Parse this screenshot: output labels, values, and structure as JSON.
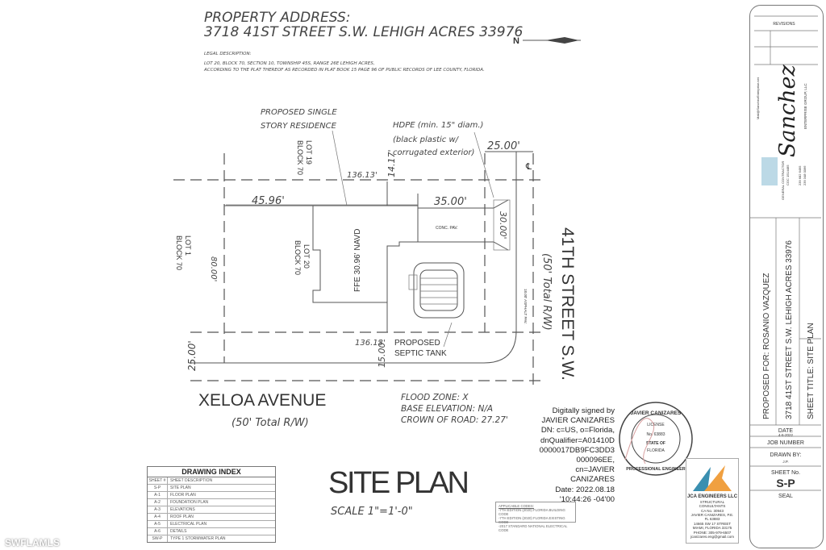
{
  "header": {
    "title_line1": "PROPERTY ADDRESS:",
    "title_line2": "3718 41ST STREET S.W. LEHIGH ACRES 33976",
    "legal_label": "LEGAL DESCRIPTION:",
    "legal_line1": "LOT 20, BLOCK 70, SECTION 10, TOWNSHIP 45S, RANGE 26E LEHIGH ACRES,",
    "legal_line2": "ACCORDING TO THE PLAT THEREOF AS RECORDED IN PLAT BOOK 15 PAGE 96 OF PUBLIC RECORDS OF LEE COUNTY, FLORIDA.",
    "north_label": "N"
  },
  "plan": {
    "residence_note_1": "PROPOSED SINGLE",
    "residence_note_2": "STORY RESIDENCE",
    "hdpe_1": "HDPE (min. 15\" diam.)",
    "hdpe_2": "(black plastic w/",
    "hdpe_3": "corrugated exterior)",
    "lot19": "LOT 19",
    "block70a": "BLOCK 70",
    "lot20": "LOT 20",
    "block70b": "BLOCK 70",
    "lot1": "LOT 1",
    "block70c": "BLOCK 70",
    "ffe": "FFE 30.96' NAVD",
    "dim_136_top": "136.13'",
    "dim_14_17": "14.17'",
    "dim_45_96": "45.96'",
    "dim_35": "35.00'",
    "dim_25_top": "25.00'",
    "dim_30": "30.00'",
    "dim_80": "80.00'",
    "dim_136_bottom": "136.13'",
    "dim_15": "15.00'",
    "dim_25_left": "25.00'",
    "conc_pav": "CONC. PAV.",
    "asphalt": "18.00' ASPHALT PAV.",
    "septic_1": "PROPOSED",
    "septic_2": "SEPTIC TANK",
    "street_name": "41TH STREET S.W.",
    "street_row": "(50' Total R/W)",
    "avenue_name": "XELOA AVENUE",
    "avenue_row": "(50' Total R/W)",
    "centerline": "℄",
    "flood_zone": "FLOOD ZONE: X",
    "base_elev": "BASE ELEVATION: N/A",
    "crown": "CROWN OF ROAD: 27.27'"
  },
  "signature": {
    "lines": [
      "Digitally signed by",
      "JAVIER CANIZARES",
      "DN: c=US, o=Florida,",
      "dnQualifier=A01410D",
      "0000017DB9FC3DD3",
      "000096EE, cn=JAVIER",
      "CANIZARES",
      "Date: 2022.08.18",
      "'10:44:26 -04'00"
    ]
  },
  "seal": {
    "top": "JAVIER CANIZARES",
    "license": "LICENSE",
    "number": "No. 63883",
    "state": "STATE OF",
    "florida": "FLORIDA",
    "bottom": "PROFESSIONAL ENGINEER"
  },
  "drawing_index": {
    "title": "DRAWING INDEX",
    "col_sheet": "SHEET #",
    "col_desc": "SHEET DESCRIPTION",
    "rows": [
      {
        "sheet": "S-P",
        "desc": "SITE PLAN"
      },
      {
        "sheet": "A-1",
        "desc": "FLOOR PLAN"
      },
      {
        "sheet": "A-2",
        "desc": "FOUNDATION PLAN"
      },
      {
        "sheet": "A-3",
        "desc": "ELEVATIONS"
      },
      {
        "sheet": "A-4",
        "desc": "ROOF PLAN"
      },
      {
        "sheet": "A-5",
        "desc": "ELECTRICAL PLAN"
      },
      {
        "sheet": "A-6",
        "desc": "DETAILS"
      },
      {
        "sheet": "SW-P",
        "desc": "TYPE 1 STORMWATER PLAN"
      }
    ]
  },
  "sheet_title": {
    "title": "SITE PLAN",
    "scale": "SCALE 1\"=1'-0\""
  },
  "codes": {
    "title": "APPLICABLE CODES:",
    "lines": [
      "-7TH EDITION (2020) FLORIDA BUILDING CODE",
      "-7TH EDITION (2020) FLORIDA EXISTING CODE",
      "-2017 STANDARD NATIONAL ELECTRICAL CODE"
    ]
  },
  "jca": {
    "name": "JCA ENGINEERS LLC",
    "sub": "STRUCTURAL CONSULTANTS",
    "ca": "CA No. 30943",
    "pe": "JAVIER CANIZARES, P.E.",
    "fl": "FL 63883",
    "addr1": "14665 SW 17 STREET",
    "addr2": "MIAMI, FLORIDA 33175",
    "phone": "PHONE: 305-979-6507",
    "email": "jcanizares.eng@gmail.com",
    "colors": {
      "blue": "#3a8fb0",
      "orange": "#f0a040"
    }
  },
  "title_block": {
    "revisions": "REVISIONS",
    "company": "Sanchez",
    "company_sub": "ENTERPRISE GROUP, LLC",
    "email": "Mail@SanchezEnterprise.net",
    "gc": "GENERAL CONTRACTOR",
    "license": "CGC 1514485",
    "phone1": "239 682 6495",
    "phone2": "239 348 0066",
    "proposed_for": "PROPOSED FOR:  ROSANIO VAZQUEZ",
    "address": "3718 41ST STREET S.W. LEHIGH ACRES 33976",
    "sheet_title": "SHEET TITLE:   SITE PLAN",
    "date_label": "DATE",
    "date": "4-6-2022",
    "job_label": "JOB NUMBER",
    "drawn_label": "DRAWN BY:",
    "drawn": "J.P.",
    "sheet_label": "SHEET No.",
    "sheet": "S-P",
    "seal_label": "SEAL"
  },
  "watermark": "SWFLAMLS"
}
